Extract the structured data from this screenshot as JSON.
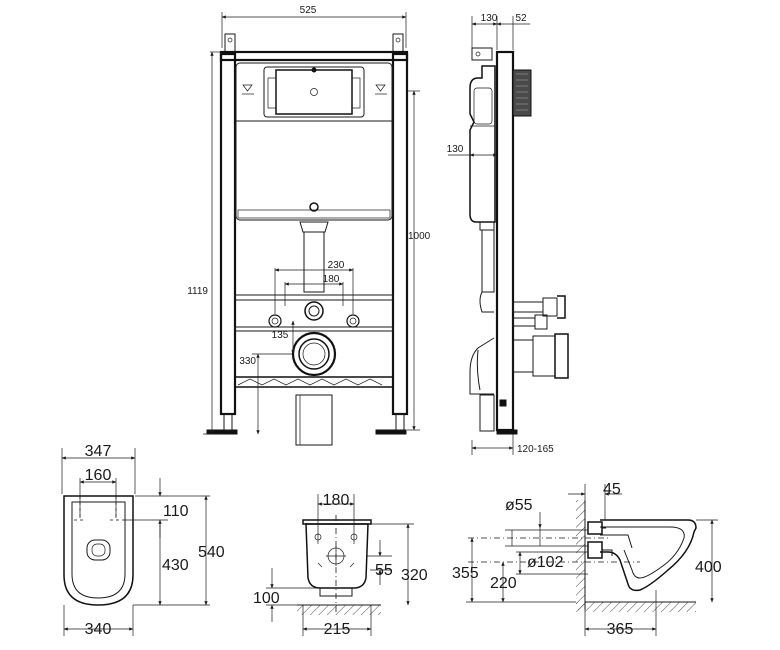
{
  "frame_front": {
    "width": "525",
    "height_total": "1119",
    "height_frame": "1000",
    "pipe_spacing_outer": "230",
    "pipe_spacing_inner": "180",
    "offset_135": "135",
    "offset_330": "330"
  },
  "frame_side": {
    "depth_130_top": "130",
    "depth_52": "52",
    "depth_130_mid": "130",
    "wall_range": "120-165"
  },
  "wc_top": {
    "width_347": "347",
    "width_160": "160",
    "length_110": "110",
    "length_430": "430",
    "length_540": "540",
    "width_340": "340"
  },
  "wc_rear": {
    "width_180": "180",
    "height_55": "55",
    "height_320": "320",
    "height_100": "100",
    "width_215": "215"
  },
  "wc_side": {
    "diameter_55": "ø55",
    "depth_45": "45",
    "diameter_102": "ø102",
    "height_355": "355",
    "height_220": "220",
    "height_400": "400",
    "length_365": "365"
  }
}
